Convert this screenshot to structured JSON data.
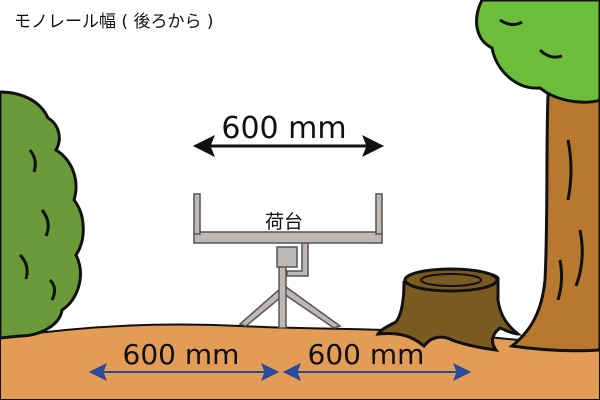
{
  "title": "モノレール幅 ( 後ろから )",
  "top_dimension": "600 mm",
  "cargo_label": "荷台",
  "bottom_left_dimension": "600 mm",
  "bottom_right_dimension": "600 mm",
  "colors": {
    "ground": "#e39c55",
    "bush": "#6b9a3a",
    "tree_leaves": "#6cbd3a",
    "trunk": "#b8782e",
    "stump": "#7b5a22",
    "metal": "#bdb8b5",
    "arrow_blue": "#2a4b9b"
  }
}
